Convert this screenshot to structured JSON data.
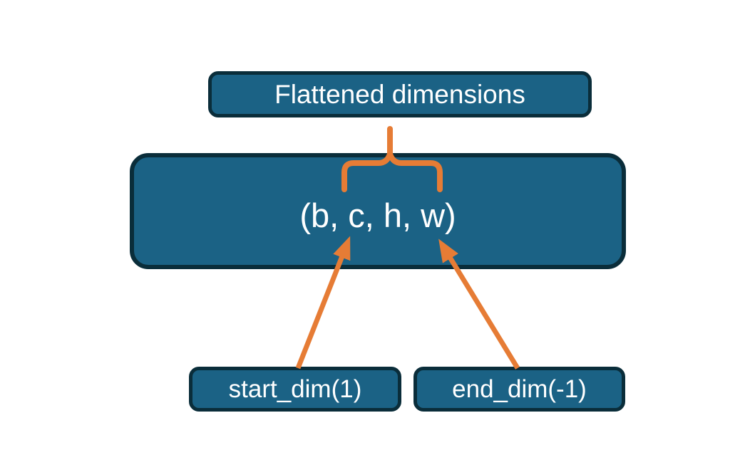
{
  "diagram": {
    "flattened_box": {
      "label": "Flattened dimensions"
    },
    "tensor_box": {
      "label": "(b, c, h, w)"
    },
    "start_dim_box": {
      "label": "start_dim(1)"
    },
    "end_dim_box": {
      "label": "end_dim(-1)"
    }
  },
  "connectors": {
    "brace_icon": "curly-brace-up",
    "start_dim_arrow_icon": "diagonal-arrow-up-right",
    "end_dim_arrow_icon": "diagonal-arrow-up-left"
  },
  "colors": {
    "background": "#ffffff",
    "box_fill": "#1b6285",
    "box_border": "#0a2d3a",
    "box_text": "#ffffff",
    "accent_orange": "#e67c35"
  }
}
